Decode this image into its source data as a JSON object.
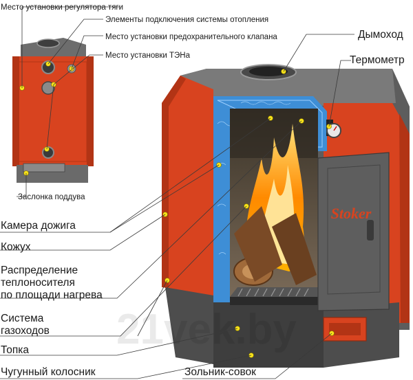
{
  "labels": {
    "draft_regulator": "Место установки регулятора тяги",
    "heating_connections": "Элементы подключения системы отопления",
    "safety_valve": "Место установки предохранительного клапана",
    "heater_element": "Место установки ТЭНа",
    "air_damper": "Заслонка поддува",
    "chimney": "Дымоход",
    "thermometer": "Термометр",
    "afterburn_chamber": "Камера дожига",
    "casing": "Кожух",
    "coolant_distribution_1": "Распределение",
    "coolant_distribution_2": "теплоносителя",
    "coolant_distribution_3": "по площади нагрева",
    "gas_ducts_1": "Система",
    "gas_ducts_2": "газоходов",
    "firebox": "Топка",
    "cast_iron_grate": "Чугунный колосник",
    "ash_pan": "Зольник-совок"
  },
  "logo_text": "Stoker",
  "watermark": "21vek.by",
  "colors": {
    "casing_red": "#d8431f",
    "body_gray": "#6b6b6b",
    "water_jacket_blue": "#3e8ed6",
    "marker_yellow": "#f7e21a"
  }
}
